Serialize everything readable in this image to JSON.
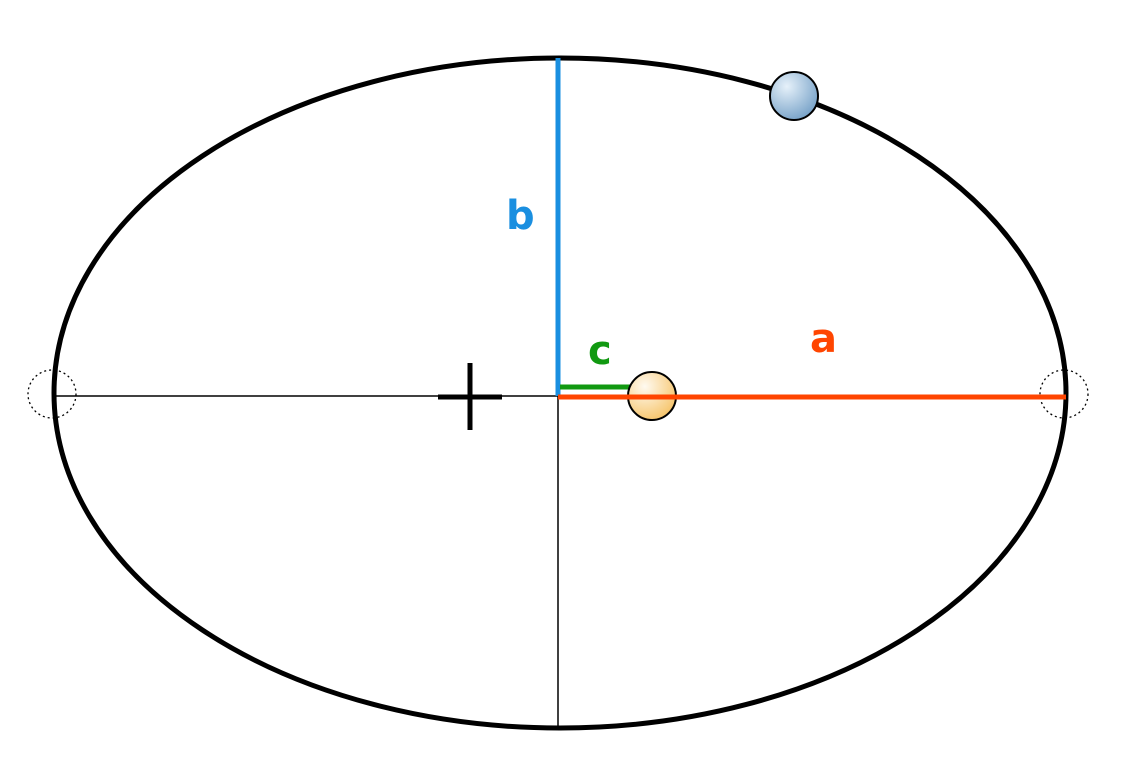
{
  "labels": {
    "a": "a",
    "b": "b",
    "c": "c"
  },
  "colors": {
    "a": "#ff4500",
    "b": "#1a8fe0",
    "c": "#119911",
    "orbit": "#000000"
  }
}
